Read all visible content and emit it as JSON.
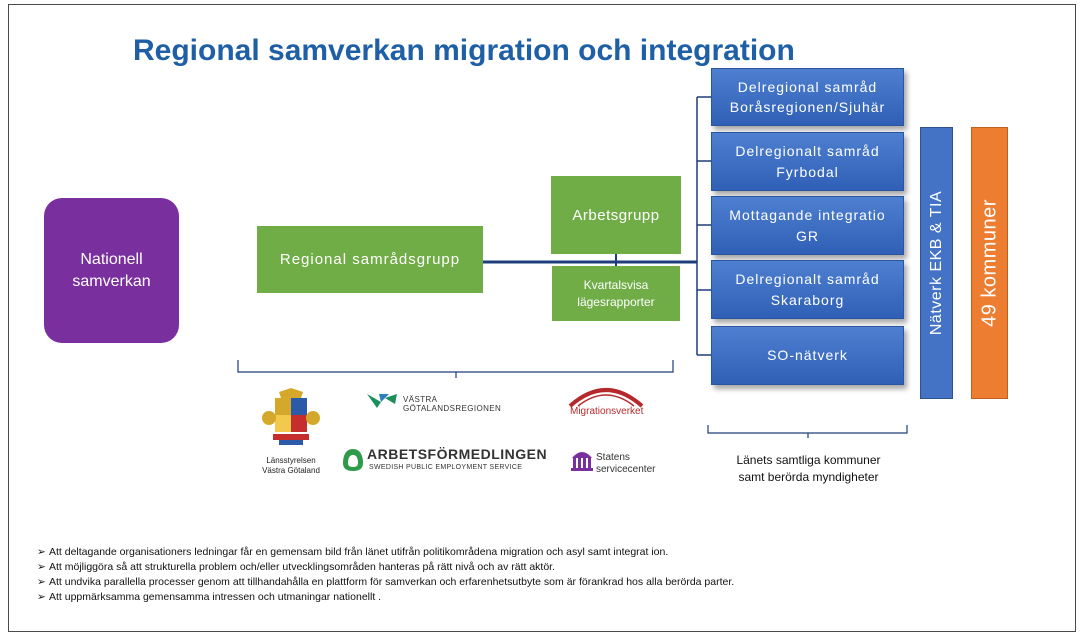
{
  "title": "Regional samverkan migration och integration",
  "nationell": {
    "line1": "Nationell",
    "line2": "samverkan"
  },
  "regional_samradsgrupp": "Regional samrådsgrupp",
  "arbetsgrupp": "Arbetsgrupp",
  "kvartalsvisa": {
    "line1": "Kvartalsvisa",
    "line2": "lägesrapporter"
  },
  "delregional_boxes": [
    {
      "line1": "Delregional samråd",
      "line2": "Boråsregionen/Sjuhär"
    },
    {
      "line1": "Delregionalt samråd",
      "line2": "Fyrbodal"
    },
    {
      "line1": "Mottagande integratio",
      "line2": "GR"
    },
    {
      "line1": "Delregionalt samråd",
      "line2": "Skaraborg"
    },
    {
      "line1": "SO-nätverk",
      "line2": ""
    }
  ],
  "natverk_label": "Nätverk EKB & TIA",
  "kommuner_label": "49 kommuner",
  "lanets": {
    "line1": "Länets samtliga kommuner",
    "line2": "samt berörda myndigheter"
  },
  "logos": {
    "lansstyrelsen": {
      "line1": "Länsstyrelsen",
      "line2": "Västra Götaland"
    },
    "vgr": {
      "line1": "VÄSTRA",
      "line2": "GÖTALANDSREGIONEN"
    },
    "migrationsverket": "Migrationsverket",
    "arbetsformedlingen": {
      "name": "ARBETSFÖRMEDLINGEN",
      "sub": "SWEDISH PUBLIC EMPLOYMENT SERVICE"
    },
    "statens": {
      "line1": "Statens",
      "line2": "servicecenter"
    }
  },
  "bullets": [
    "Att deltagande organisationers ledningar får en gemensam bild från länet utifrån politikområdena migration och asyl samt integrat    ion.",
    "Att möjliggöra så att strukturella problem och/eller utvecklingsområden hanteras på rätt nivå och av rätt aktör.",
    "Att undvika parallella processer genom att tillhandahålla en plattform för samverkan och erfarenhetsutbyte     som är förankrad hos alla berörda parter.",
    "Att uppmärksamma gemensamma intressen och utmaningar nationellt  ."
  ],
  "colors": {
    "title": "#1f5fa6",
    "purple": "#7a2f9e",
    "green": "#70ad47",
    "blue": "#4472c4",
    "orange": "#ed7d31"
  }
}
